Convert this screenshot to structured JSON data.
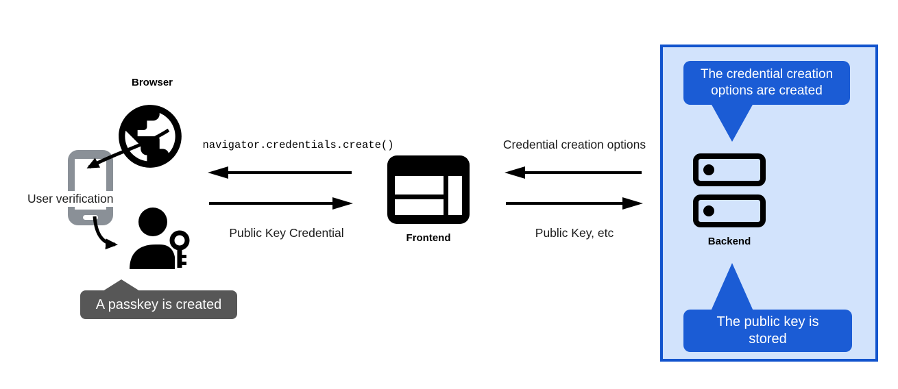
{
  "colors": {
    "callout_blue": "#1b5cd5",
    "panel_border_blue": "#1254cd",
    "panel_bg_blue": "#d2e3fc",
    "tooltip_gray": "#575757",
    "device_gray": "#8a9097",
    "ink": "#000000"
  },
  "browser": {
    "label": "Browser",
    "user_verification_label": "User verification",
    "passkey_callout": "A passkey is created"
  },
  "frontend": {
    "label": "Frontend"
  },
  "backend": {
    "label": "Backend",
    "callout_top": "The credential creation options are created",
    "callout_bottom": "The public key is stored"
  },
  "flows": {
    "frontend_to_browser": "navigator.credentials.create()",
    "browser_to_frontend": "Public Key Credential",
    "backend_to_frontend": "Credential creation options",
    "frontend_to_backend": "Public Key, etc"
  },
  "icons": {
    "browser": "globe-icon",
    "device": "smartphone-icon",
    "user": "person-with-key-icon",
    "frontend": "browser-window-icon",
    "backend": "server-stack-icon"
  }
}
